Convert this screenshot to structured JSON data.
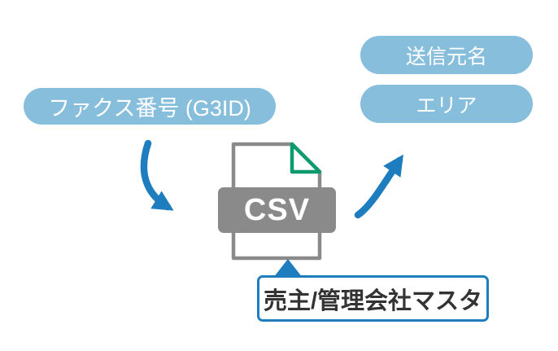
{
  "diagram": {
    "input_pills": [
      {
        "label": "ファクス番号 (G3ID)"
      }
    ],
    "output_pills": [
      {
        "label": "送信元名"
      },
      {
        "label": "エリア"
      }
    ],
    "csv_badge_label": "CSV",
    "callout_label": "売主/管理会社マスタ",
    "icons": {
      "file": "csv-file-icon",
      "fold": "folded-corner-icon",
      "arrow_in": "curved-arrow-down-icon",
      "arrow_out": "curved-arrow-up-icon",
      "pointer": "callout-pointer-icon"
    },
    "colors": {
      "pill_blue": "#87BEDC",
      "arrow_blue": "#1E7DBE",
      "file_gray": "#8A8A8A",
      "fold_green": "#0C9A6E",
      "callout_border_blue": "#1E7DBE",
      "callout_text": "#333333",
      "badge_text": "#ffffff",
      "pill_text": "#ffffff",
      "background": "#ffffff"
    }
  }
}
